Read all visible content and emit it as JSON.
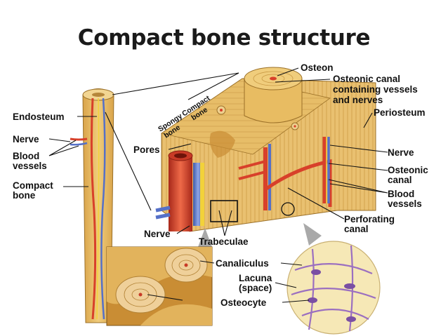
{
  "title": "Compact bone structure",
  "labels": {
    "osteon": "Osteon",
    "osteonic_canal_vessels": [
      "Osteonic canal",
      "containing vessels",
      "and nerves"
    ],
    "periosteum": "Periosteum",
    "endosteum": "Endosteum",
    "nerve_left": "Nerve",
    "blood_vessels_left": [
      "Blood",
      "vessels"
    ],
    "compact_bone_left": [
      "Compact",
      "bone"
    ],
    "spongy_bone": [
      "Spongy",
      "bone"
    ],
    "compact_bone_diag": [
      "Compact",
      "bone"
    ],
    "pores": "Pores",
    "nerve_right": "Nerve",
    "osteonic_canal": [
      "Osteonic",
      "canal"
    ],
    "blood_vessels_right": [
      "Blood",
      "vessels"
    ],
    "perforating_canal": [
      "Perforating",
      "canal"
    ],
    "nerve_bottom": "Nerve",
    "trabeculae": "Trabeculae",
    "canaliculus": "Canaliculus",
    "lacuna": [
      "Lacuna",
      "(space)"
    ],
    "osteocyte": "Osteocyte"
  },
  "colors": {
    "bone": "#e8bf6a",
    "bone_dark": "#c9962f",
    "artery": "#d8402a",
    "vein": "#5570c8",
    "nerve": "#f2d23a",
    "lacuna_purple": "#9b6fc0"
  }
}
